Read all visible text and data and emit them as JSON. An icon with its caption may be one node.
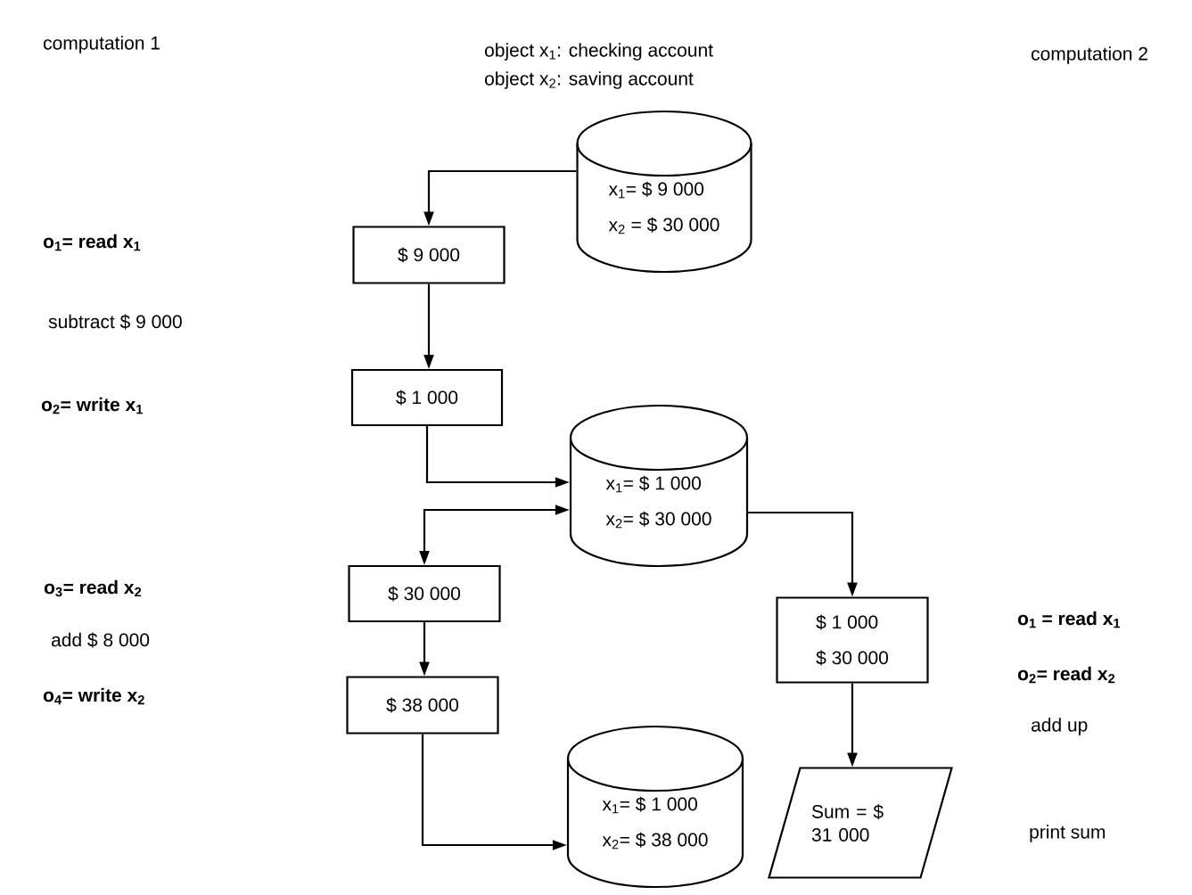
{
  "diagram": {
    "nodes": [
      {
        "text": [
          "x$_{1}$= $ 9 000",
          "x$_{2}$ = $ 30 000"
        ]
      },
      {
        "text": [
          "$ 9 000"
        ]
      },
      {
        "text": [
          "$ 1 000"
        ]
      },
      {
        "text": [
          "x$_{1}$= $ 1 000",
          "x$_{2}$= $ 30 000"
        ]
      },
      {
        "text": [
          "$ 30 000"
        ]
      },
      {
        "text": [
          "$ 38 000"
        ]
      },
      {
        "text": [
          "$ 1 000",
          "$ 30 000"
        ]
      },
      {
        "text": [
          "x$_{1}$= $ 1 000",
          "x$_{2}$= $ 38 000"
        ]
      },
      {
        "text": [
          "Sum = $ 31 000"
        ]
      }
    ],
    "edges": [
      {
        "from": 0,
        "to": 1,
        "arrow": "to"
      },
      {
        "from": 1,
        "to": 2,
        "arrow": "to"
      },
      {
        "from": 2,
        "to": 3,
        "arrow": "to"
      },
      {
        "from": 3,
        "to": 4,
        "arrow": "both"
      },
      {
        "from": 4,
        "to": 5,
        "arrow": "to"
      },
      {
        "from": 5,
        "to": 7,
        "arrow": "to"
      },
      {
        "from": 3,
        "to": 6,
        "arrow": "to"
      },
      {
        "from": 6,
        "to": 8,
        "arrow": "to"
      }
    ],
    "labels": [
      "computation 1",
      "object x$_{1}$: checking account",
      "object x$_{2}$: saving account",
      "computation 2",
      "o$_{1}$= read x$_{1}$",
      "subtract $ 9 000",
      "o$_{2}$= write x$_{1}$",
      "o$_{3}$= read x$_{2}$",
      "add $ 8 000",
      "o$_{4}$= write x$_{2}$",
      "o$_{1}$ = read x$_{1}$",
      "o$_{2}$= read x$_{2}$",
      "add up",
      "print sum"
    ]
  }
}
